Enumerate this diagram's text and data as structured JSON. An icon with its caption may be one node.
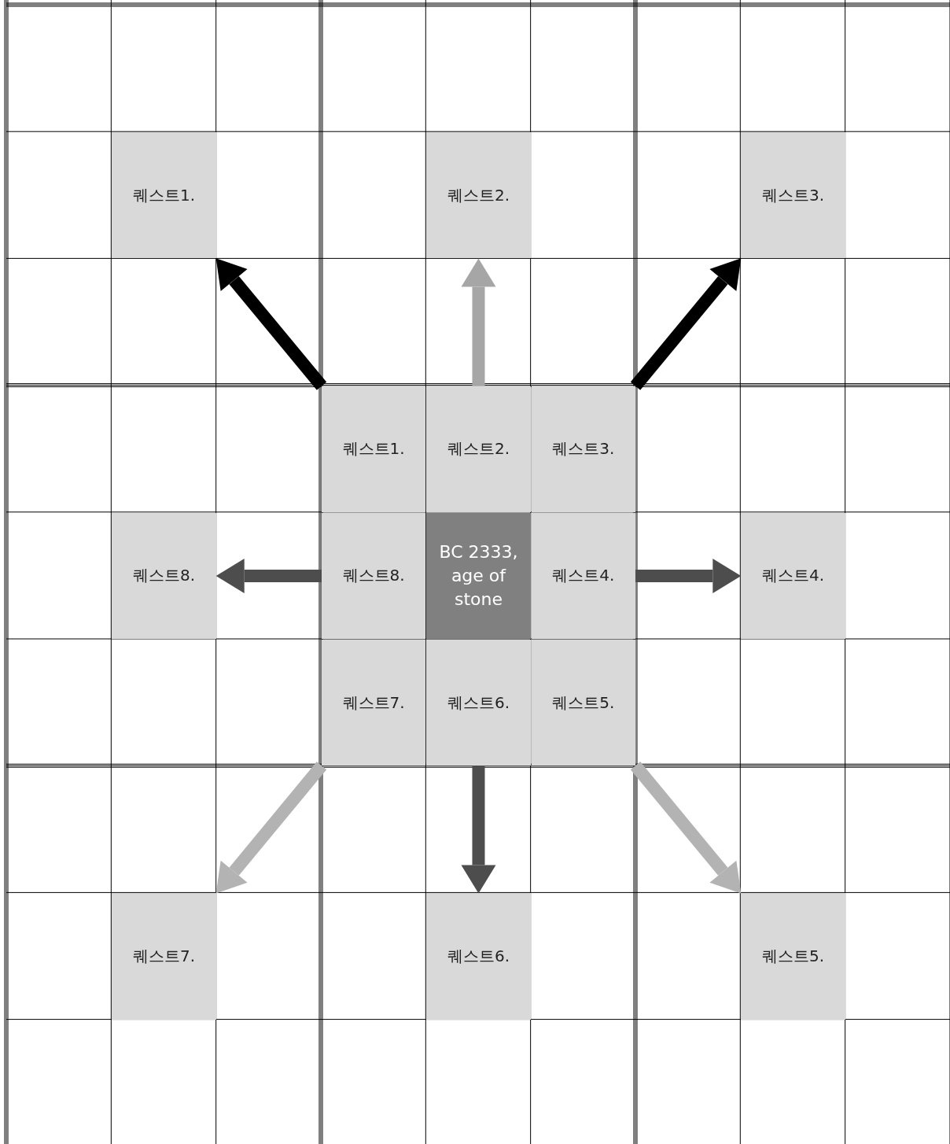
{
  "diagram": {
    "nodes": [
      {
        "text": [
          "퀘스트1."
        ]
      },
      {
        "text": [
          "퀘스트2."
        ]
      },
      {
        "text": [
          "퀘스트3."
        ]
      },
      {
        "text": [
          "퀘스트1."
        ]
      },
      {
        "text": [
          "퀘스트2."
        ]
      },
      {
        "text": [
          "퀘스트3."
        ]
      },
      {
        "text": [
          "퀘스트8."
        ]
      },
      {
        "text": [
          "퀘스트8."
        ]
      },
      {
        "text": [
          "BC 2333, age of stone"
        ]
      },
      {
        "text": [
          "퀘스트4."
        ]
      },
      {
        "text": [
          "퀘스트4."
        ]
      },
      {
        "text": [
          "퀘스트7."
        ]
      },
      {
        "text": [
          "퀘스트6."
        ]
      },
      {
        "text": [
          "퀘스트5."
        ]
      },
      {
        "text": [
          "퀘스트7."
        ]
      },
      {
        "text": [
          "퀘스트6."
        ]
      },
      {
        "text": [
          "퀘스트5."
        ]
      }
    ],
    "edges": [
      {
        "from": 3,
        "to": 0,
        "arrow": "to",
        "color": "#000000"
      },
      {
        "from": 4,
        "to": 1,
        "arrow": "to",
        "color": "#a6a6a6"
      },
      {
        "from": 5,
        "to": 2,
        "arrow": "to",
        "color": "#000000"
      },
      {
        "from": 7,
        "to": 6,
        "arrow": "to"
      },
      {
        "from": 9,
        "to": 10,
        "arrow": "to"
      },
      {
        "from": 11,
        "to": 14,
        "arrow": "to",
        "color": "#b3b3b3"
      },
      {
        "from": 12,
        "to": 15,
        "arrow": "to"
      },
      {
        "from": 13,
        "to": 16,
        "arrow": "to",
        "color": "#b3b3b3"
      }
    ]
  }
}
